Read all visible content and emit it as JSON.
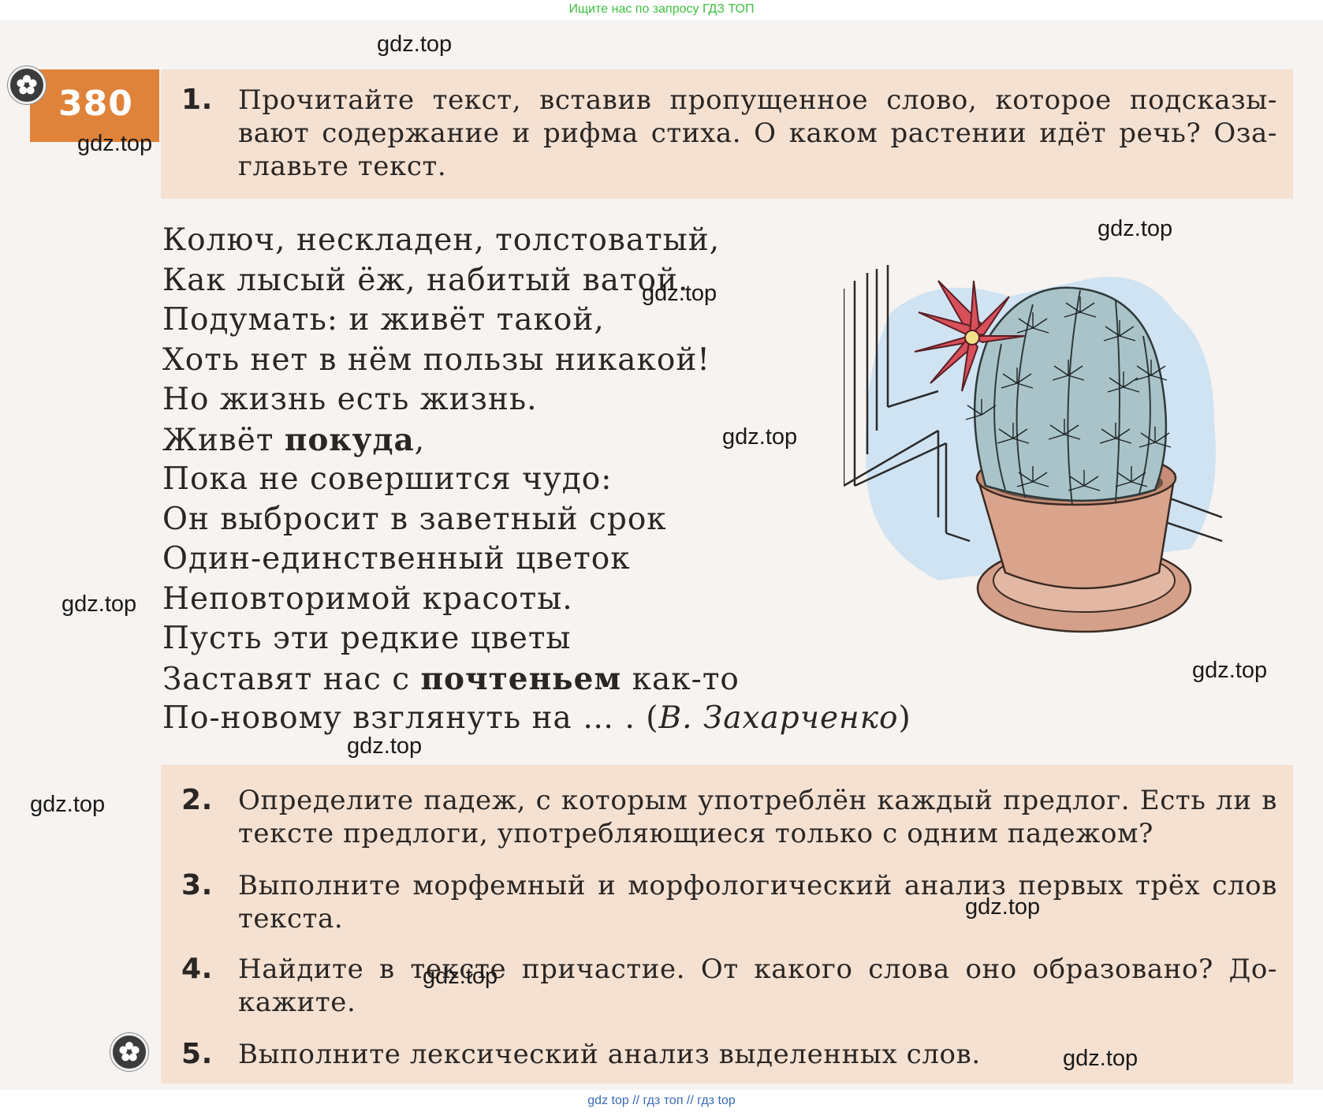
{
  "top_banner": "Ищите нас по запросу ГДЗ ТОП",
  "exercise_number": "380",
  "task1": {
    "number": "1.",
    "text": "Прочитайте текст, вставив пропущенное слово, которое подсказы-вают содержание и рифма стиха. О каком растении идёт речь? Оза-главьте текст."
  },
  "poem": {
    "lines": [
      "Колюч, нескладен, толстоватый,",
      "Как лысый ёж, набитый ватой.",
      "Подумать: и живёт такой,",
      "Хоть нет в нём пользы никакой!",
      "Но жизнь есть жизнь."
    ],
    "line6_pre": "Живёт ",
    "line6_bold": "покуда",
    "line6_post": ",",
    "lines_b": [
      "Пока не совершится чудо:",
      "Он выбросит в заветный срок",
      "Один-единственный цветок",
      "Неповторимой красоты.",
      "Пусть эти редкие цветы"
    ],
    "line12_pre": "Заставят нас с ",
    "line12_bold": "почтеньем",
    "line12_post": " как-то",
    "line13_pre": "По-новому взглянуть на … . (",
    "line13_italic": "В. Захарченко",
    "line13_post": ")"
  },
  "tasks": [
    {
      "number": "2.",
      "text": "Определите падеж, с которым употреблён каждый предлог. Есть ли в тексте предлоги, употребляющиеся только с одним падежом?"
    },
    {
      "number": "3.",
      "text": "Выполните морфемный и морфологический анализ первых трёх слов текста."
    },
    {
      "number": "4.",
      "text": "Найдите в тексте причастие. От какого слова оно образовано? До-кажите."
    },
    {
      "number": "5.",
      "text": "Выполните лексический анализ выделенных слов."
    }
  ],
  "watermark": "gdz.top",
  "bottom_banner": "gdz top  //  гдз топ  //  гдз top",
  "colors": {
    "accent_orange": "#e0833a",
    "task_bg": "#f4e1d2",
    "banner_green": "#3fbf3f"
  }
}
